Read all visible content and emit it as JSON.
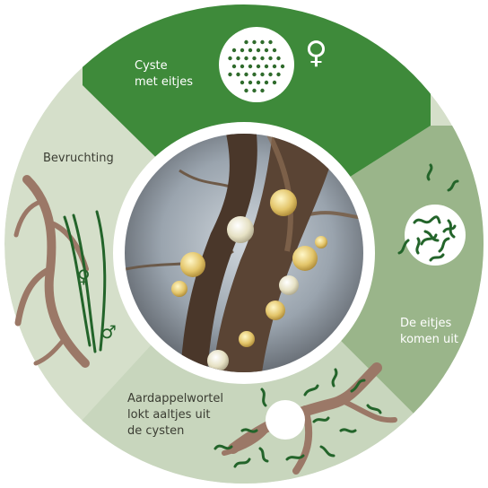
{
  "colors": {
    "dark_green": "#3e8a3a",
    "mid_green": "#9ab58a",
    "light_green": "#d5dfca",
    "pale_green": "#c8d6bd",
    "root_brown": "#9b7867",
    "worm_green": "#23642a",
    "ring_white": "#ffffff"
  },
  "segments": {
    "top": {
      "line1": "Cyste",
      "line2": "met eitjes",
      "symbol": "♀"
    },
    "right": {
      "line1": "De eitjes",
      "line2": "komen uit"
    },
    "bottom": {
      "line1": "Aardappelwortel",
      "line2": "lokt aaltjes uit",
      "line3": "de cysten"
    },
    "left": {
      "label": "Bevruchting",
      "female_symbol": "♀",
      "male_symbol": "♂"
    }
  },
  "center": {
    "image": "photo of potato root with cysts"
  },
  "icons": {
    "cyst_with_eggs": "cyst-eggs-icon",
    "hatching": "hatching-worms-icon",
    "root_lure": "root-with-worms-icon",
    "fertilization": "root-with-nematodes-icon"
  }
}
